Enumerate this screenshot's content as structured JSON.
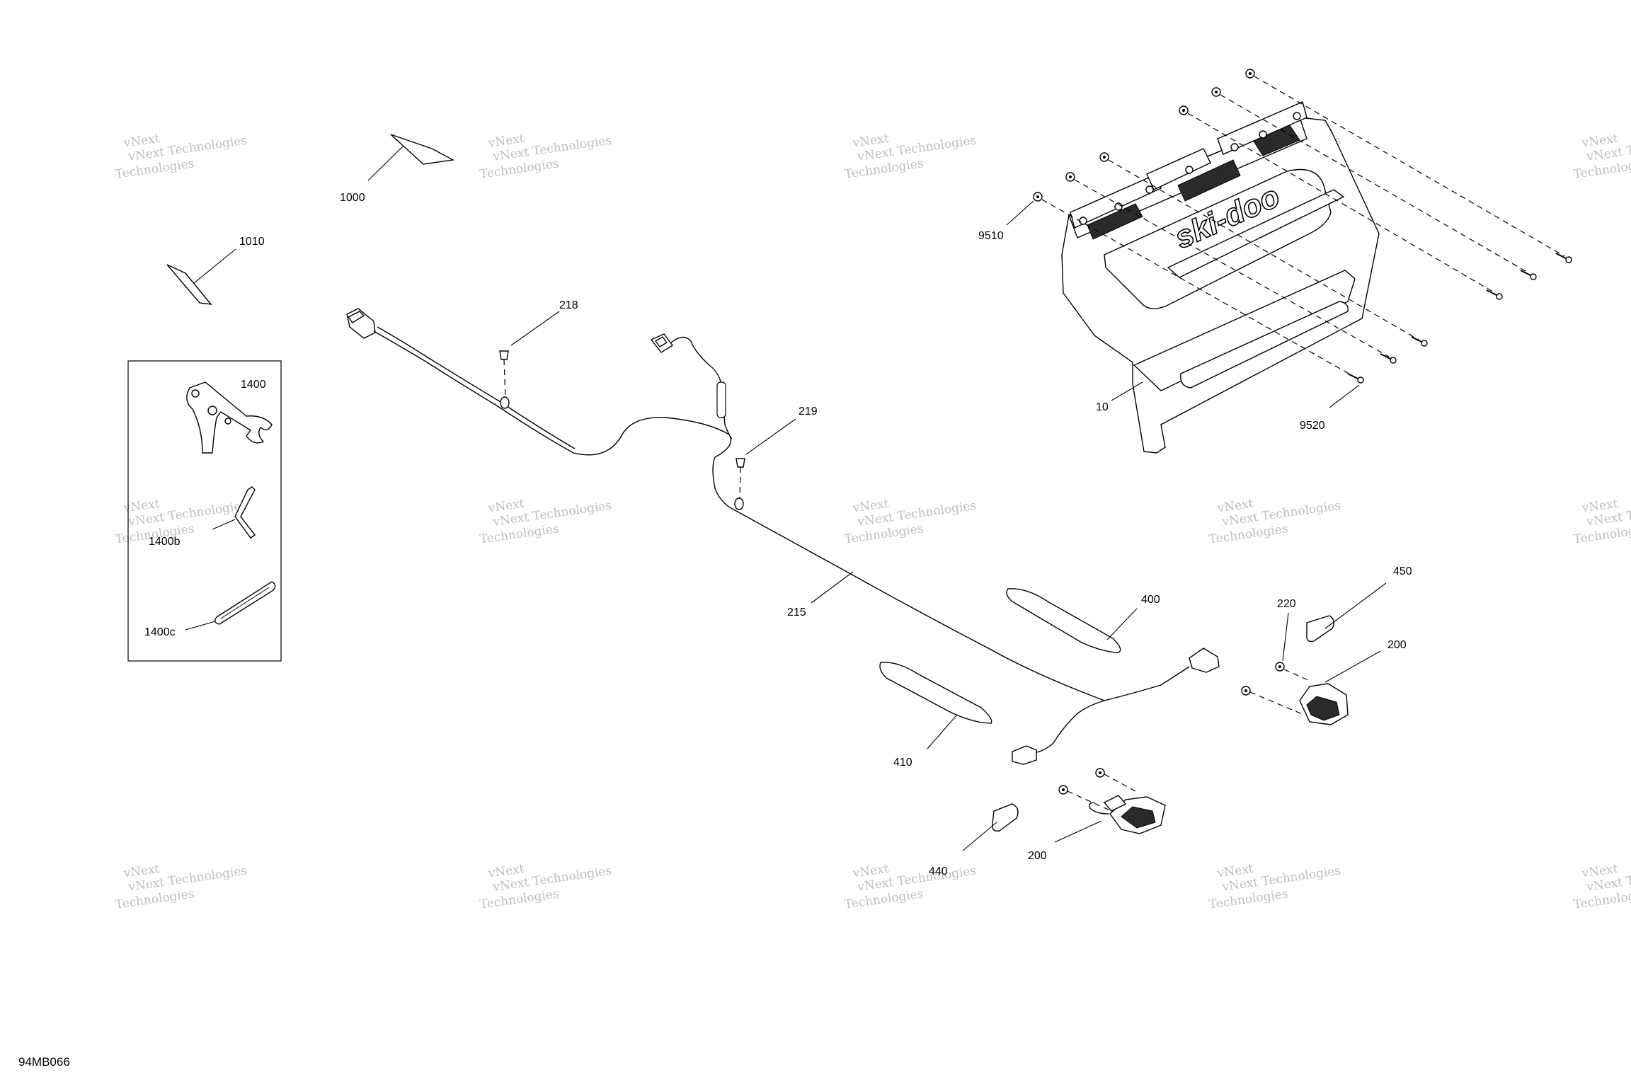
{
  "diagram_code": "94MB066",
  "watermark": {
    "line1": "vNext Technologies",
    "line2": "Technologies",
    "line3": "vNext"
  },
  "labels": {
    "p1000": "1000",
    "p1010": "1010",
    "p1400": "1400",
    "p1400b": "1400b",
    "p1400c": "1400c",
    "p218": "218",
    "p219": "219",
    "p215": "215",
    "p9510": "9510",
    "p9520": "9520",
    "p10": "10",
    "p400": "400",
    "p410": "410",
    "p450": "450",
    "p220": "220",
    "p200a": "200",
    "p200b": "200",
    "p440": "440"
  },
  "panel_logo": "ski-doo"
}
